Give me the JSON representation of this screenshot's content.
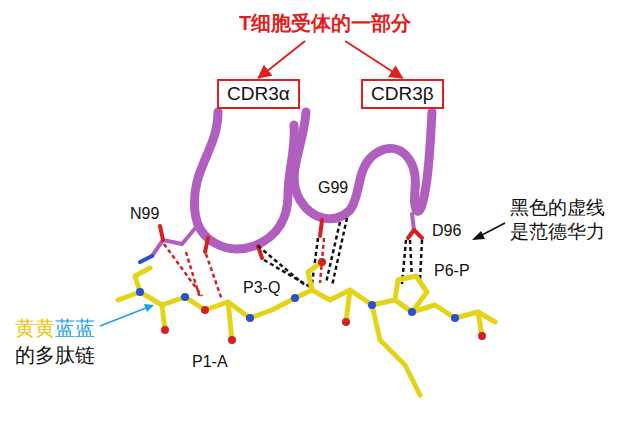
{
  "diagram": {
    "nodes": [
      {
        "text": [
          "T细胞受体的一部分"
        ]
      },
      {
        "text": [
          "CDR3α"
        ]
      },
      {
        "text": [
          "CDR3β"
        ]
      }
    ],
    "edges": [
      {
        "from": 0,
        "to": 1,
        "arrow": "to"
      },
      {
        "from": 0,
        "to": 2,
        "arrow": "to"
      }
    ],
    "labels": [
      "N99",
      "G99",
      "D96",
      "黑色的虚线 是范德华力",
      "P6-P",
      "P3-Q",
      "黄黄",
      "蓝蓝",
      "的多肽链",
      "P1-A"
    ]
  }
}
